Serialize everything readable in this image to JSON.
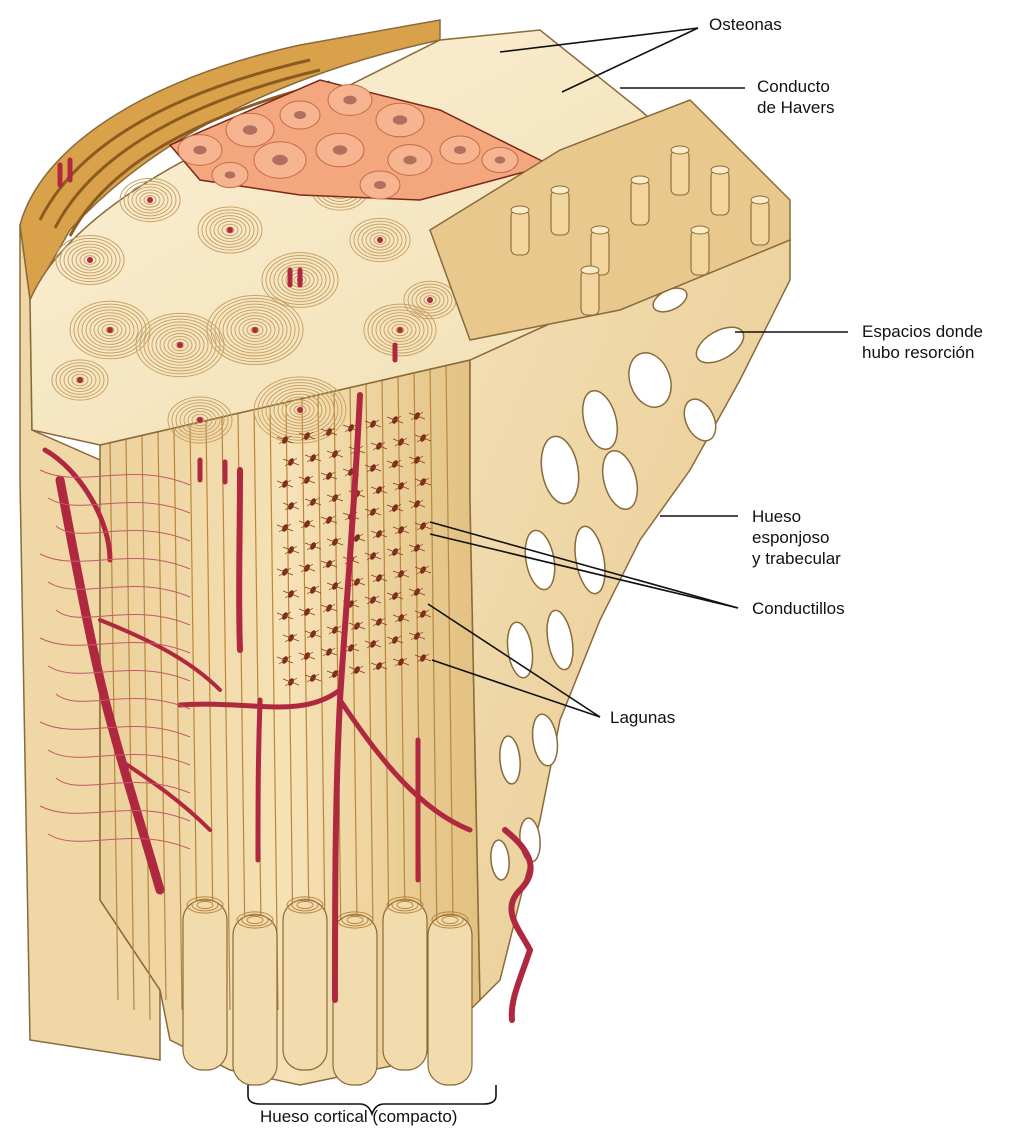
{
  "labels": {
    "osteonas": "Osteonas",
    "havers": [
      "Conducto",
      "de Havers"
    ],
    "espacios": [
      "Espacios donde",
      "hubo resorción"
    ],
    "esponjoso": [
      "Hueso",
      "esponjoso",
      "y trabecular"
    ],
    "conductillos": "Conductillos",
    "lagunas": "Lagunas",
    "cortical": "Hueso cortical (compacto)"
  },
  "colors": {
    "bone_light": "#f6e6c2",
    "bone_mid": "#ecd09a",
    "bone_dark": "#c89a55",
    "bone_edge": "#8a6a3a",
    "vessel": "#b0283f",
    "marrow": "#f4a77e",
    "marrow_dark": "#7a2a1a",
    "leader": "#111111"
  }
}
